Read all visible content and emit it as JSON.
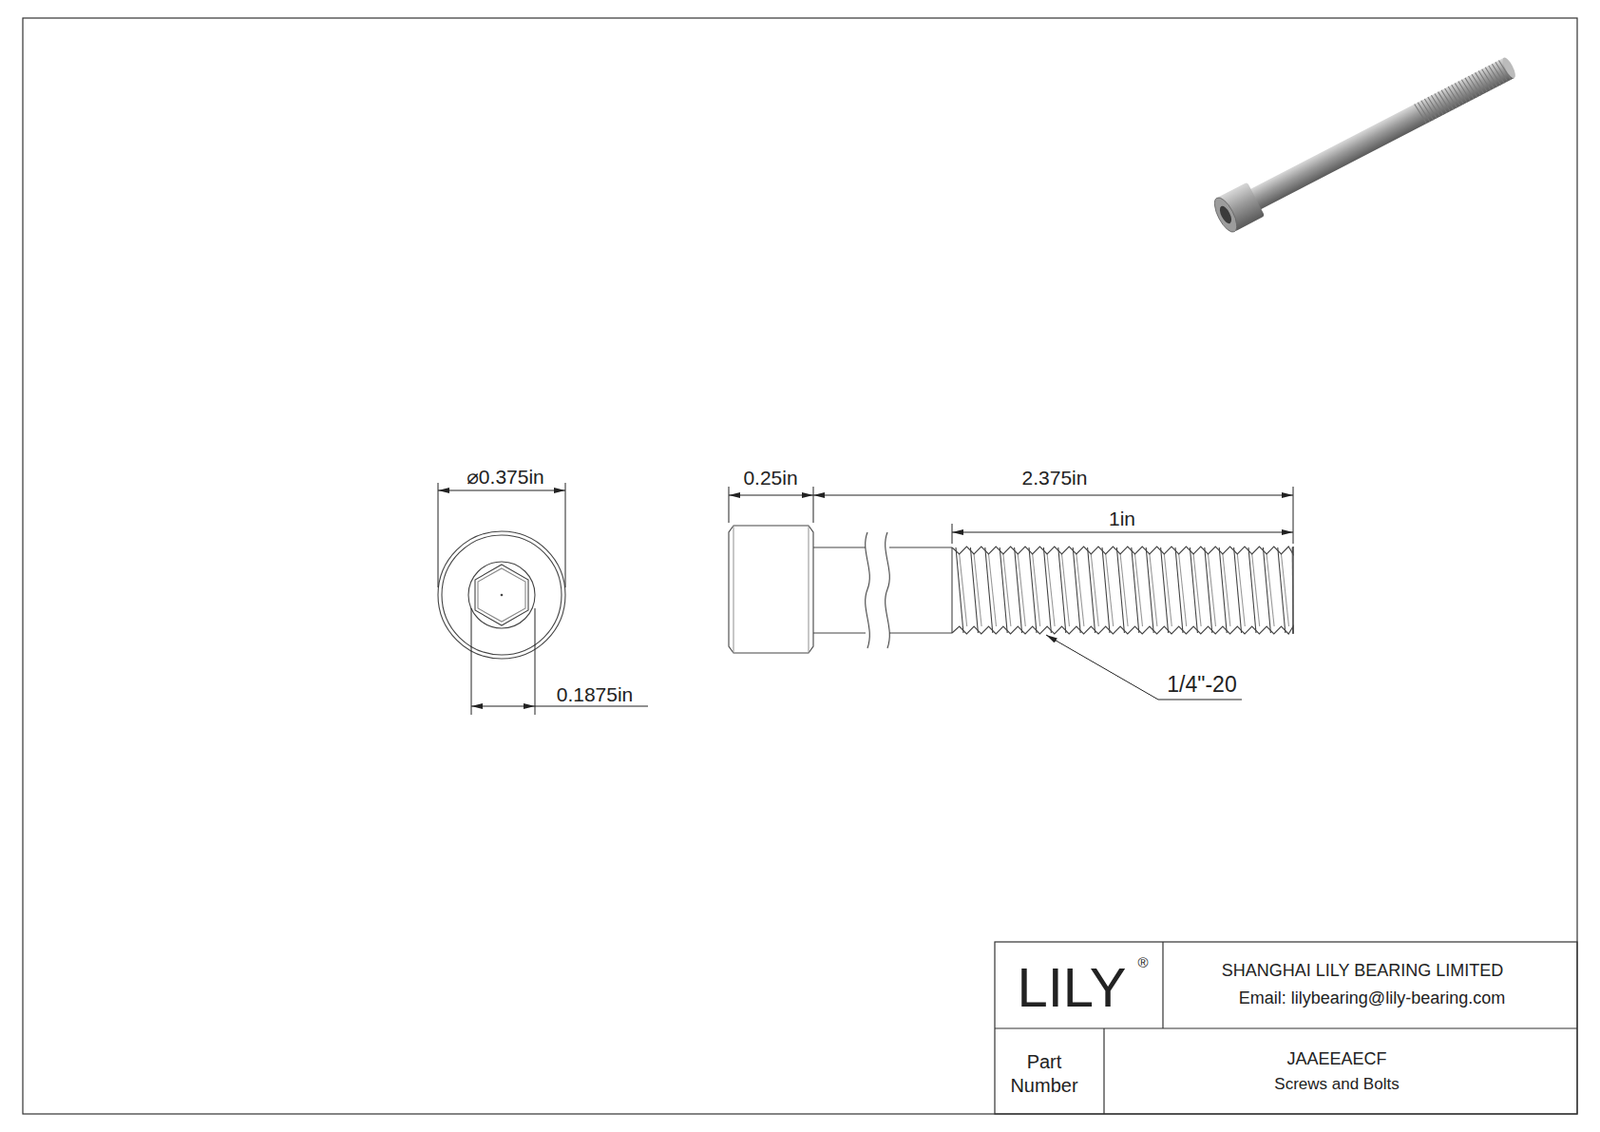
{
  "diagram": {
    "labels": [
      "⌀0.375in",
      "0.1875in",
      "0.25in",
      "2.375in",
      "1in",
      "1/4\"-20",
      "LILY",
      "®",
      "SHANGHAI LILY BEARING LIMITED",
      "Email: lilybearing@lily-bearing.com",
      "Part Number",
      "JAAEEAECF",
      "Screws and Bolts"
    ]
  }
}
